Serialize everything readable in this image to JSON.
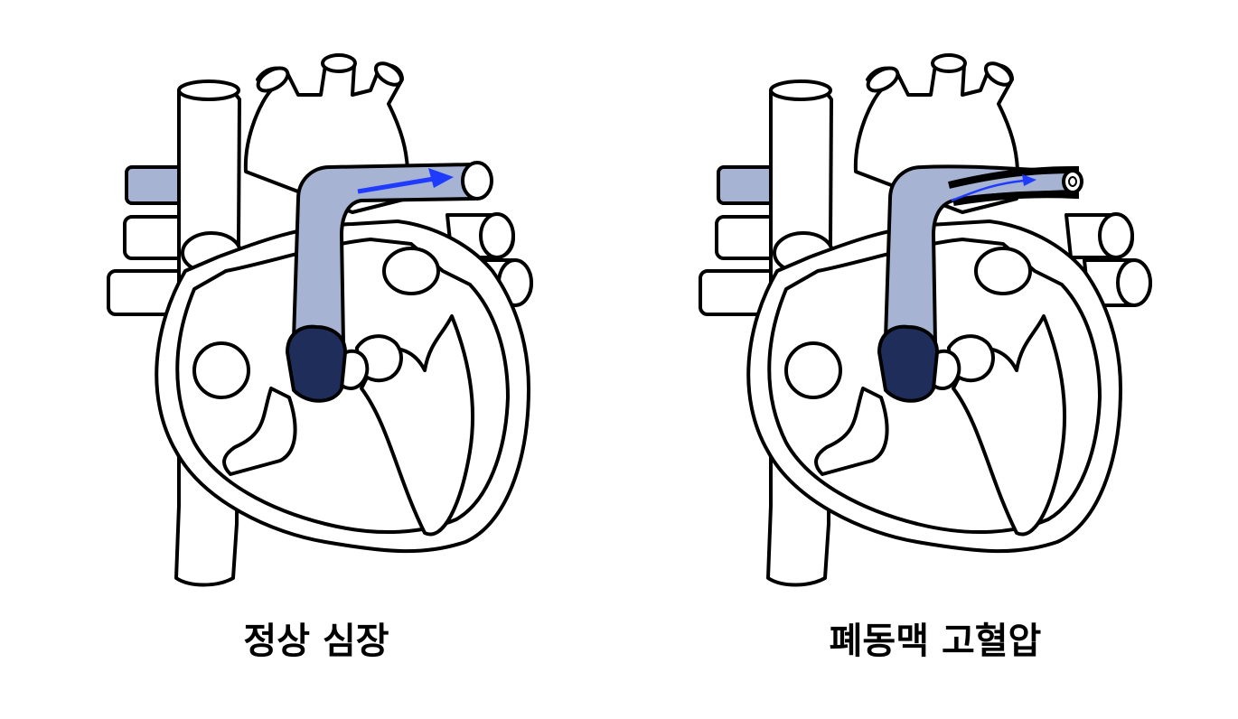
{
  "diagram": {
    "panels": [
      {
        "caption": "정상 심장",
        "condition": "normal",
        "artery_state": "open"
      },
      {
        "caption": "폐동맥 고혈압",
        "condition": "pulmonary-hypertension",
        "artery_state": "narrowed"
      }
    ],
    "colors": {
      "pulmonary_artery": "#a6b3d2",
      "pulmonary_valve": "#1f2d5a",
      "flow_arrow": "#1f3bff",
      "outline": "#000000",
      "tissue": "#ffffff"
    }
  }
}
